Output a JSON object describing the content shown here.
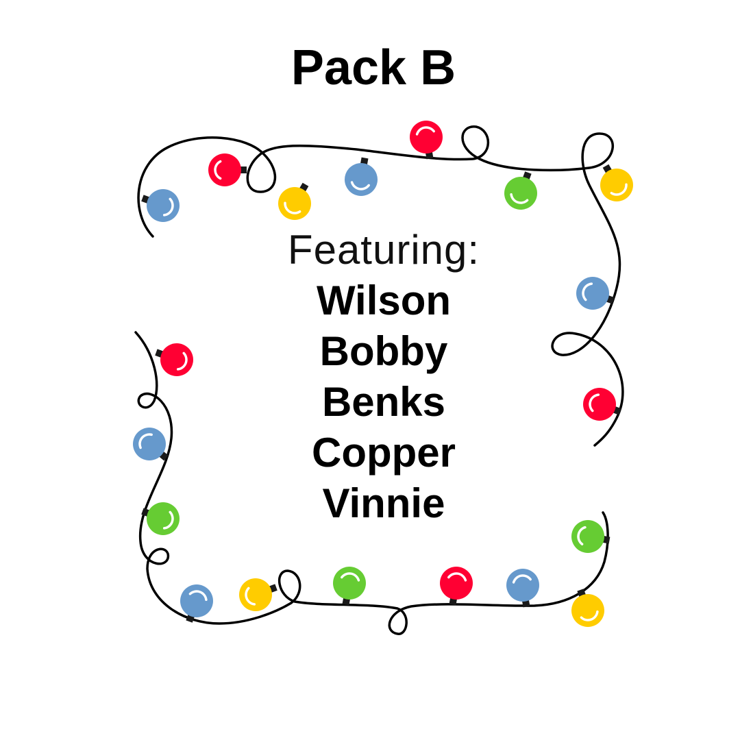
{
  "title": "Pack B",
  "featuring_label": "Featuring:",
  "names": [
    "Wilson",
    "Bobby",
    "Benks",
    "Copper",
    "Vinnie"
  ],
  "colors": {
    "red": "#FF0033",
    "blue": "#6699CC",
    "yellow": "#FFCC00",
    "green": "#66CC33",
    "wire": "#000000"
  }
}
